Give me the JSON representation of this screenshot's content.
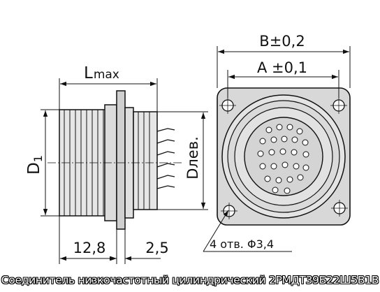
{
  "dimensions": {
    "b_width": "B±0,2",
    "a_width": "A ±0,1",
    "l_max": "L",
    "l_max_sub": "max",
    "d1": "D",
    "d1_sub": "1",
    "d_lev": "Dлев.",
    "len_thread": "12,8",
    "len_flange": "2,5",
    "holes": "4 отв. Φ3,4"
  },
  "caption": "Соединитель низкочастотный цилиндрический 2РМДТ39Б22Ш5В1В"
}
